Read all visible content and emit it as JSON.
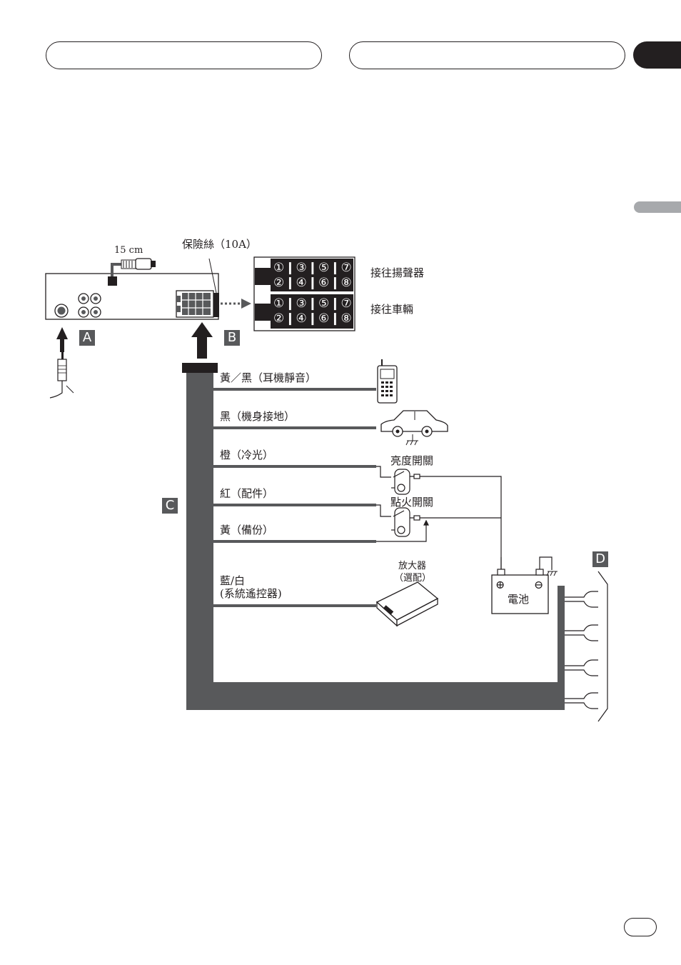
{
  "header": {
    "pill_left_text": "",
    "pill_right_text": "",
    "section_tab_text": ""
  },
  "diagram": {
    "cable_length_label": "15 cm",
    "fuse_label": "保險絲（10A）",
    "connector_pins": {
      "top_row_1": "①❙③❙⑤❙⑦❙",
      "top_row_2": "②❙④❙⑥❙⑧❙",
      "bottom_row_1": "①❙③❙⑤❙⑦❙",
      "bottom_row_2": "②❙④❙⑥❙⑧❙"
    },
    "to_speakers_label": "接往揚聲器",
    "to_vehicle_label": "接往車輛",
    "callout_a": "A",
    "callout_b": "B",
    "callout_c": "C",
    "callout_d": "D",
    "wires": [
      {
        "label": "黃／黑（耳機靜音）"
      },
      {
        "label": "黑（機身接地）"
      },
      {
        "label": "橙（冷光）"
      },
      {
        "label": "紅（配件）"
      },
      {
        "label": "黃（備份）"
      },
      {
        "label": "藍/白",
        "label2": "(系統遙控器)"
      }
    ],
    "illumination_switch_label": "亮度開關",
    "ignition_switch_label": "點火開關",
    "amplifier_label": "放大器",
    "amplifier_optional_label": "（選配）",
    "battery_label": "電池",
    "battery_plus": "⊕",
    "battery_minus": "⊖"
  },
  "footer": {
    "page_number": ""
  }
}
